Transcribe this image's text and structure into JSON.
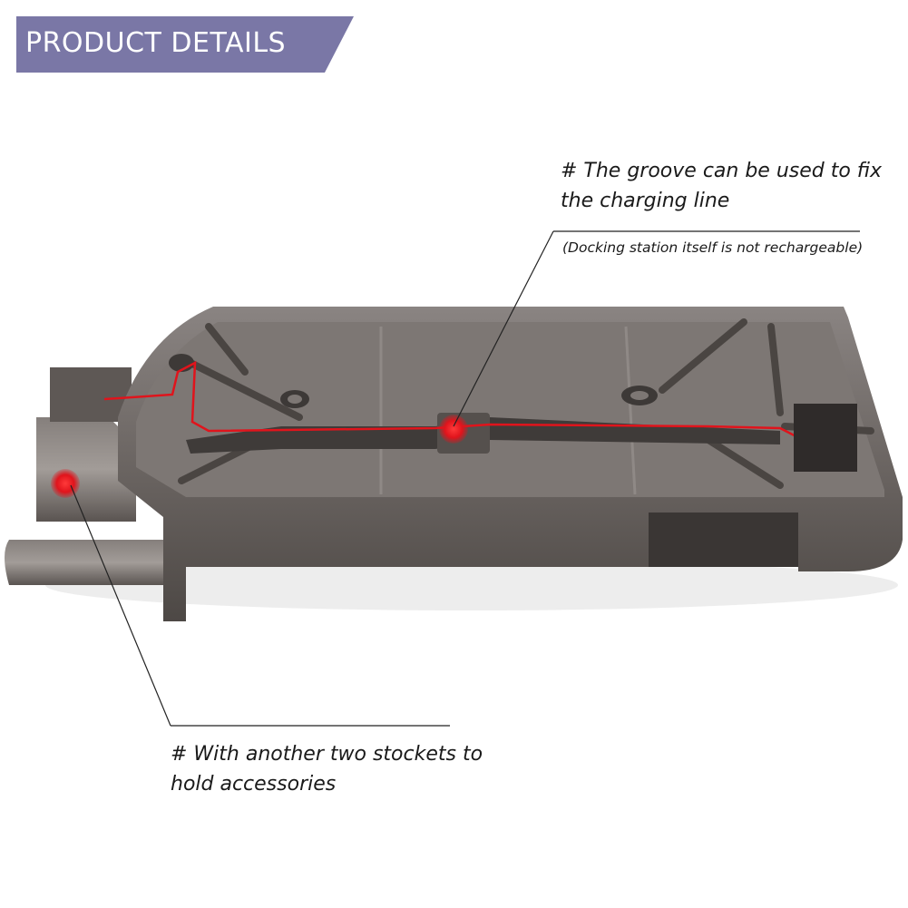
{
  "banner": {
    "title": "PRODUCT DETAILS",
    "color": "#7a77a6"
  },
  "callouts": {
    "groove": {
      "line1": "# The groove can be used to fix",
      "line2": "the charging line",
      "note": "(Docking station itself is not rechargeable)"
    },
    "sockets": {
      "line1": "# With another two stockets to",
      "line2": "hold accessories"
    }
  },
  "colors": {
    "product_body": "#6f6966",
    "product_shadow": "#3e3a38",
    "marker_red": "#e0141c",
    "leader_line": "#222222"
  },
  "image": {
    "subject": "docking-station-underside"
  }
}
